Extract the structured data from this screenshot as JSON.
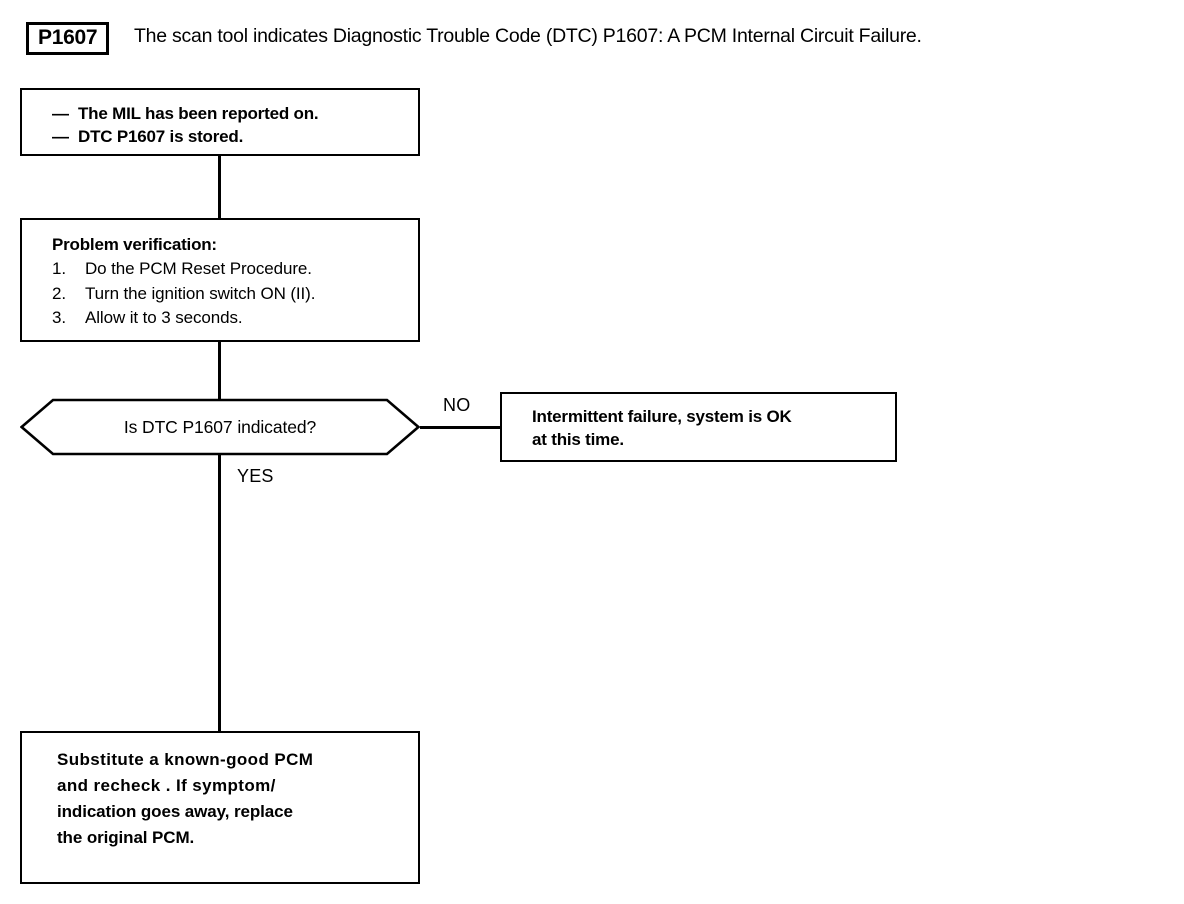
{
  "header": {
    "code_badge": "P1607",
    "description": "The scan tool indicates Diagnostic Trouble Code (DTC) P1607: A PCM Internal Circuit Failure."
  },
  "flowchart": {
    "symptoms_box": {
      "bullet": "—",
      "lines": [
        "The MIL has been reported on.",
        "DTC P1607 is stored."
      ]
    },
    "verification_box": {
      "heading": "Problem verification:",
      "steps": [
        {
          "number": "1.",
          "text": "Do the PCM Reset Procedure."
        },
        {
          "number": "2.",
          "text": "Turn the ignition switch ON (II)."
        },
        {
          "number": "3.",
          "text": "Allow it to 3 seconds."
        }
      ]
    },
    "decision": {
      "question": "Is DTC P1607 indicated?",
      "yes_label": "YES",
      "no_label": "NO"
    },
    "intermittent_box": {
      "lines": [
        "Intermittent failure, system is OK",
        "at this time."
      ]
    },
    "substitute_box": {
      "lines": [
        "Substitute a known-good PCM",
        "and recheck . If symptom/",
        "indication goes away, replace",
        "the original PCM."
      ]
    }
  },
  "colors": {
    "ink": "#000000",
    "paper": "#ffffff"
  }
}
